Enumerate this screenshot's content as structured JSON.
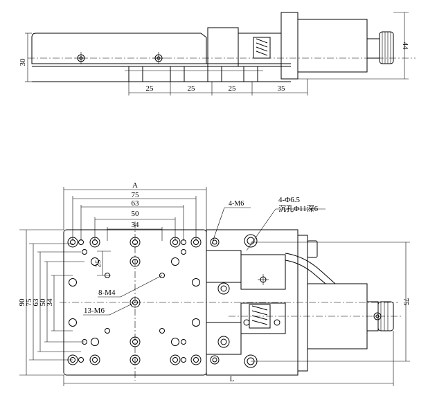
{
  "side_view": {
    "height_left": "30",
    "height_right": "44",
    "pitch_1": "25",
    "pitch_2": "25",
    "pitch_3": "25",
    "pitch_motor": "35"
  },
  "top_view": {
    "dim_a": "A",
    "dim_75": "75",
    "dim_63": "63",
    "dim_50": "50",
    "dim_34": "34",
    "dim_25": "25",
    "label_4m6": "4-M6",
    "label_counterbore_line1": "4-Φ6.5",
    "label_counterbore_line2": "沉孔Φ11深6",
    "label_8m4": "8-M4",
    "label_13m6": "13-M6",
    "left_dims": [
      "90",
      "75",
      "63",
      "50",
      "34"
    ],
    "right_dim": "75",
    "dim_l": "L"
  }
}
